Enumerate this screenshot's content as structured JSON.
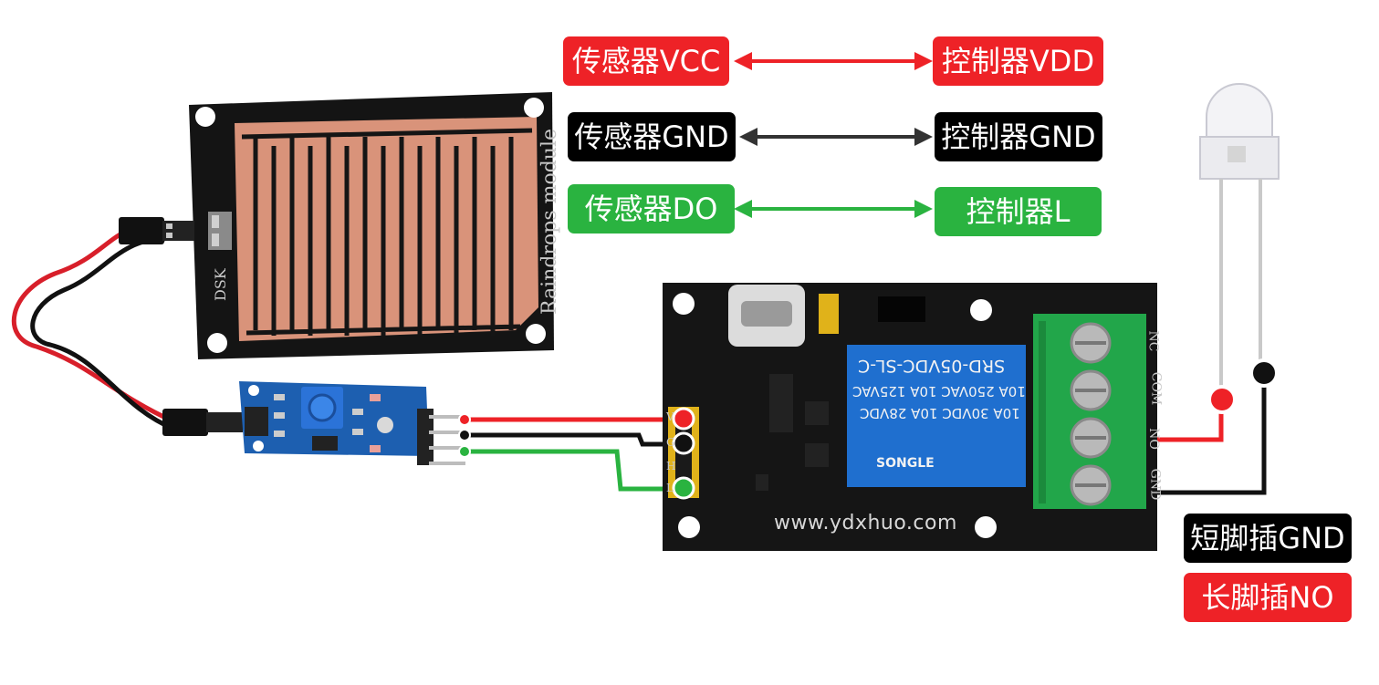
{
  "wiring": {
    "sensor_vcc": "传感器VCC",
    "controller_vdd": "控制器VDD",
    "sensor_gnd": "传感器GND",
    "controller_gnd": "控制器GND",
    "sensor_do": "传感器DO",
    "controller_l": "控制器L"
  },
  "led": {
    "short_pin": "短脚插GND",
    "long_pin": "长脚插NO"
  },
  "raindrop_board": {
    "name": "Raindrops module",
    "brand": "DSK"
  },
  "relay": {
    "line1": "SRD-05VDC-SL-C",
    "line2": "10A 250VAC  10A 125VAC",
    "line3": "10A 30VDC  10A 28VDC",
    "brand": "SONGLE",
    "terminals": [
      "NC",
      "COM",
      "NO",
      "GND"
    ],
    "header_pins": [
      "V",
      "G",
      "H",
      "L"
    ]
  },
  "watermark": "www.ydxhuo.com",
  "colors": {
    "vcc": "#ee2227",
    "gnd": "#000000",
    "signal": "#2ab340",
    "pcb_black": "#151515",
    "copper": "#d9937a",
    "terminal_green": "#22a64a",
    "relay_blue": "#1f6fcf",
    "sensor_blue": "#1d5fb0"
  }
}
